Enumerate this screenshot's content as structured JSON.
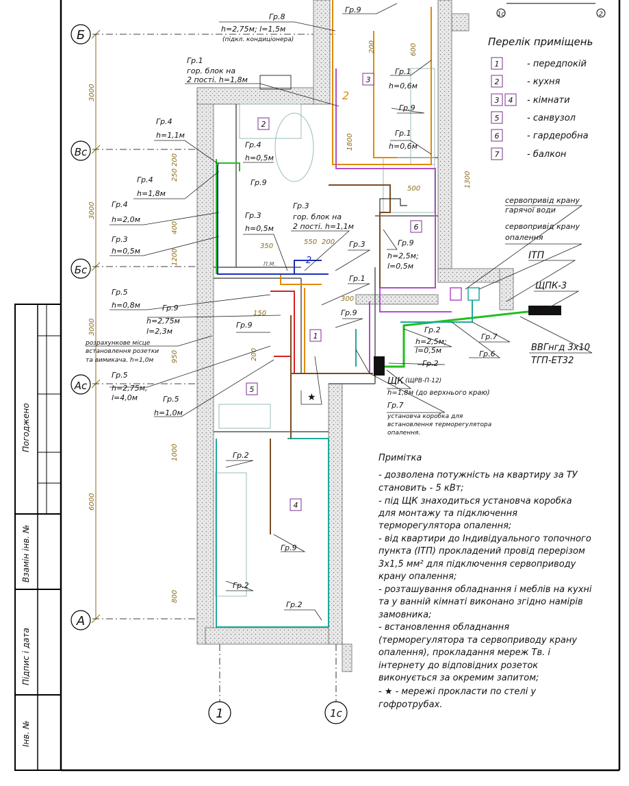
{
  "colors": {
    "orange": "#e08a00",
    "purple": "#b04dc9",
    "green": "#1dbf1d",
    "blue": "#1a2fb5",
    "cyan": "#1fa89c",
    "red": "#d62020",
    "brown": "#7a4a20",
    "dim": "#8a6b16",
    "wall": "#999999",
    "frame": "#000000"
  },
  "title_block": {
    "pogodzheno": "Погоджено",
    "vzamin": "Взамін інв. №",
    "pidpys": "Підпис і дата",
    "inv": "Інв. №"
  },
  "axes": {
    "b": "Б",
    "vs": "Вс",
    "bs": "Бс",
    "as": "Ас",
    "a": "А",
    "n1": "1",
    "n1s": "1с",
    "n1c_small": "1с",
    "n2_small": "2"
  },
  "dimensions": {
    "d3000a": "3000",
    "d3000b": "3000",
    "d3000c": "3000",
    "d6000": "6000",
    "d250": "250",
    "d200a": "200",
    "d400": "400",
    "d1200": "1200",
    "d950": "950",
    "d1000": "1000",
    "d800": "800",
    "d350": "350",
    "d550": "550",
    "d200b": "200",
    "d150": "150",
    "d200c": "200",
    "d300": "300",
    "d200d": "200",
    "d600": "600",
    "d1800": "1800",
    "d1300": "1300",
    "d500": "500"
  },
  "room_numbers": {
    "r1": "1",
    "r2": "2",
    "r3": "3",
    "r4": "4",
    "r5": "5",
    "r6": "6",
    "r2_kitchen_big": "2"
  },
  "legend": {
    "title": "Перелік приміщень",
    "items": [
      {
        "num": "1",
        "name": "- передпокій"
      },
      {
        "num": "2",
        "name": "- кухня"
      },
      {
        "num": "3",
        "num2": "4",
        "name": "- кімнати"
      },
      {
        "num": "5",
        "name": "- санвузол"
      },
      {
        "num": "6",
        "name": "- гардеробна"
      },
      {
        "num": "7",
        "name": "- балкон"
      }
    ]
  },
  "labels": {
    "gr9_top": "Гр.9",
    "gr8": "Гр.8",
    "gr8_h": "h=2,75м; l=1,5м",
    "gr8_note": "(підкл. кондиціонера)",
    "gr1_a": "Гр.1",
    "gr1_a_l1": "гор. блок на",
    "gr1_a_l2": "2 пості. h=1,8м",
    "gr4_a": "Гр.4",
    "gr4_a_h": "h=1,1м",
    "gr4_b": "Гр.4",
    "gr4_b_h": "h=0,5м",
    "gr4_c": "Гр.4",
    "gr4_c_h": "h=1,8м",
    "gr9_kitchen": "Гр.9",
    "gr4_d": "Гр.4",
    "gr4_d_h": "h=2,0м",
    "gr3_a": "Гр.3",
    "gr3_a_h": "h=0,5м",
    "gr3_b": "Гр.3",
    "gr3_b_h": "h=0,5м",
    "gr3_c": "Гр.3",
    "gr3_c_l1": "гор. блок на",
    "gr3_c_l2": "2 пості. h=1,1м",
    "gr3_d": "Гр.3",
    "pm": "П.М.",
    "n2_blue": "2",
    "gr1_r3a": "Гр.1",
    "gr1_r3a_h": "h=0,6м",
    "gr9_r3": "Гр.9",
    "gr1_r3b": "Гр.1",
    "gr1_r3b_h": "h=0,6м",
    "n2_orange": "2",
    "gr9_r6": "Гр.9",
    "gr9_r6_h": "h=2,5м;",
    "gr9_r6_l": "l=0,5м",
    "gr1_hall": "Гр.1",
    "gr9_hall": "Гр.9",
    "gr5_a": "Гр.5",
    "gr5_a_h": "h=0,8м",
    "gr9_bath": "Гр.9",
    "gr9_bath_h": "h=2,75м",
    "gr9_bath_l": "l=2,3м",
    "gr9_bath2": "Гр.9",
    "socket_note_1": "розрахункове місце",
    "socket_note_2": "встановлення розетки",
    "socket_note_3": "та вимикача. h=1,0м",
    "gr5_b": "Гр.5",
    "gr5_b_h": "h=2,75м,",
    "gr5_b_l": "l=4,0м",
    "gr5_c": "Гр.5",
    "gr5_c_h": "h=1,0м",
    "gr2_a": "Гр.2",
    "gr2_a_h": "h=2,5м;",
    "gr2_a_l": "l=0,5м",
    "gr2_b": "Гр.2",
    "gr7_a": "Гр.7",
    "gr6": "Гр.6",
    "shchk": "ЩК",
    "shchk_type": "(ЩРВ-П-12)",
    "shchk_h": "h=1,8м (до верхнього краю)",
    "gr7_b": "Гр.7",
    "box_1": "установча коробка для",
    "box_2": "встановлення терморегулятора",
    "box_3": "опалення.",
    "servo_hot_1": "сервопривід крану",
    "servo_hot_2": "гарячої води",
    "servo_heat_1": "сервопривід крану",
    "servo_heat_2": "опалення",
    "itp": "ІТП",
    "shchpk": "ЩПК-3",
    "cable_1": "ВВГнгд 3х10",
    "cable_2": "ТГП-ЕТ32",
    "star": "★",
    "gr2_r4a": "Гр.2",
    "gr2_r4b": "Гр.2",
    "gr2_r4c": "Гр.2",
    "gr9_r4": "Гр.9"
  },
  "notes": {
    "title": "Примітка",
    "lines": [
      "- дозволена потужність на квартиру за ТУ",
      "становить - 5 кВт;",
      "- під ЩК знаходиться установча коробка",
      "для монтажу та підключення",
      "терморегулятора опалення;",
      "- від квартири до Індивідуального топочного",
      "пункта (ІТП) прокладений провід перерізом",
      "3х1,5 мм² для підключення сервоприводу",
      "крану опалення;",
      "- розташування обладнання і меблів на кухні",
      "та у ванній кімнаті виконано згідно намірів",
      "замовника;",
      "- встановлення обладнання",
      "(терморегулятора та сервоприводу крану",
      "опалення), прокладання мереж Тв. і",
      "інтернету до відповідних розеток",
      "виконується за окремим запитом;",
      "- ★ - мережі прокласти по стелі у",
      "гофротрубах."
    ]
  }
}
